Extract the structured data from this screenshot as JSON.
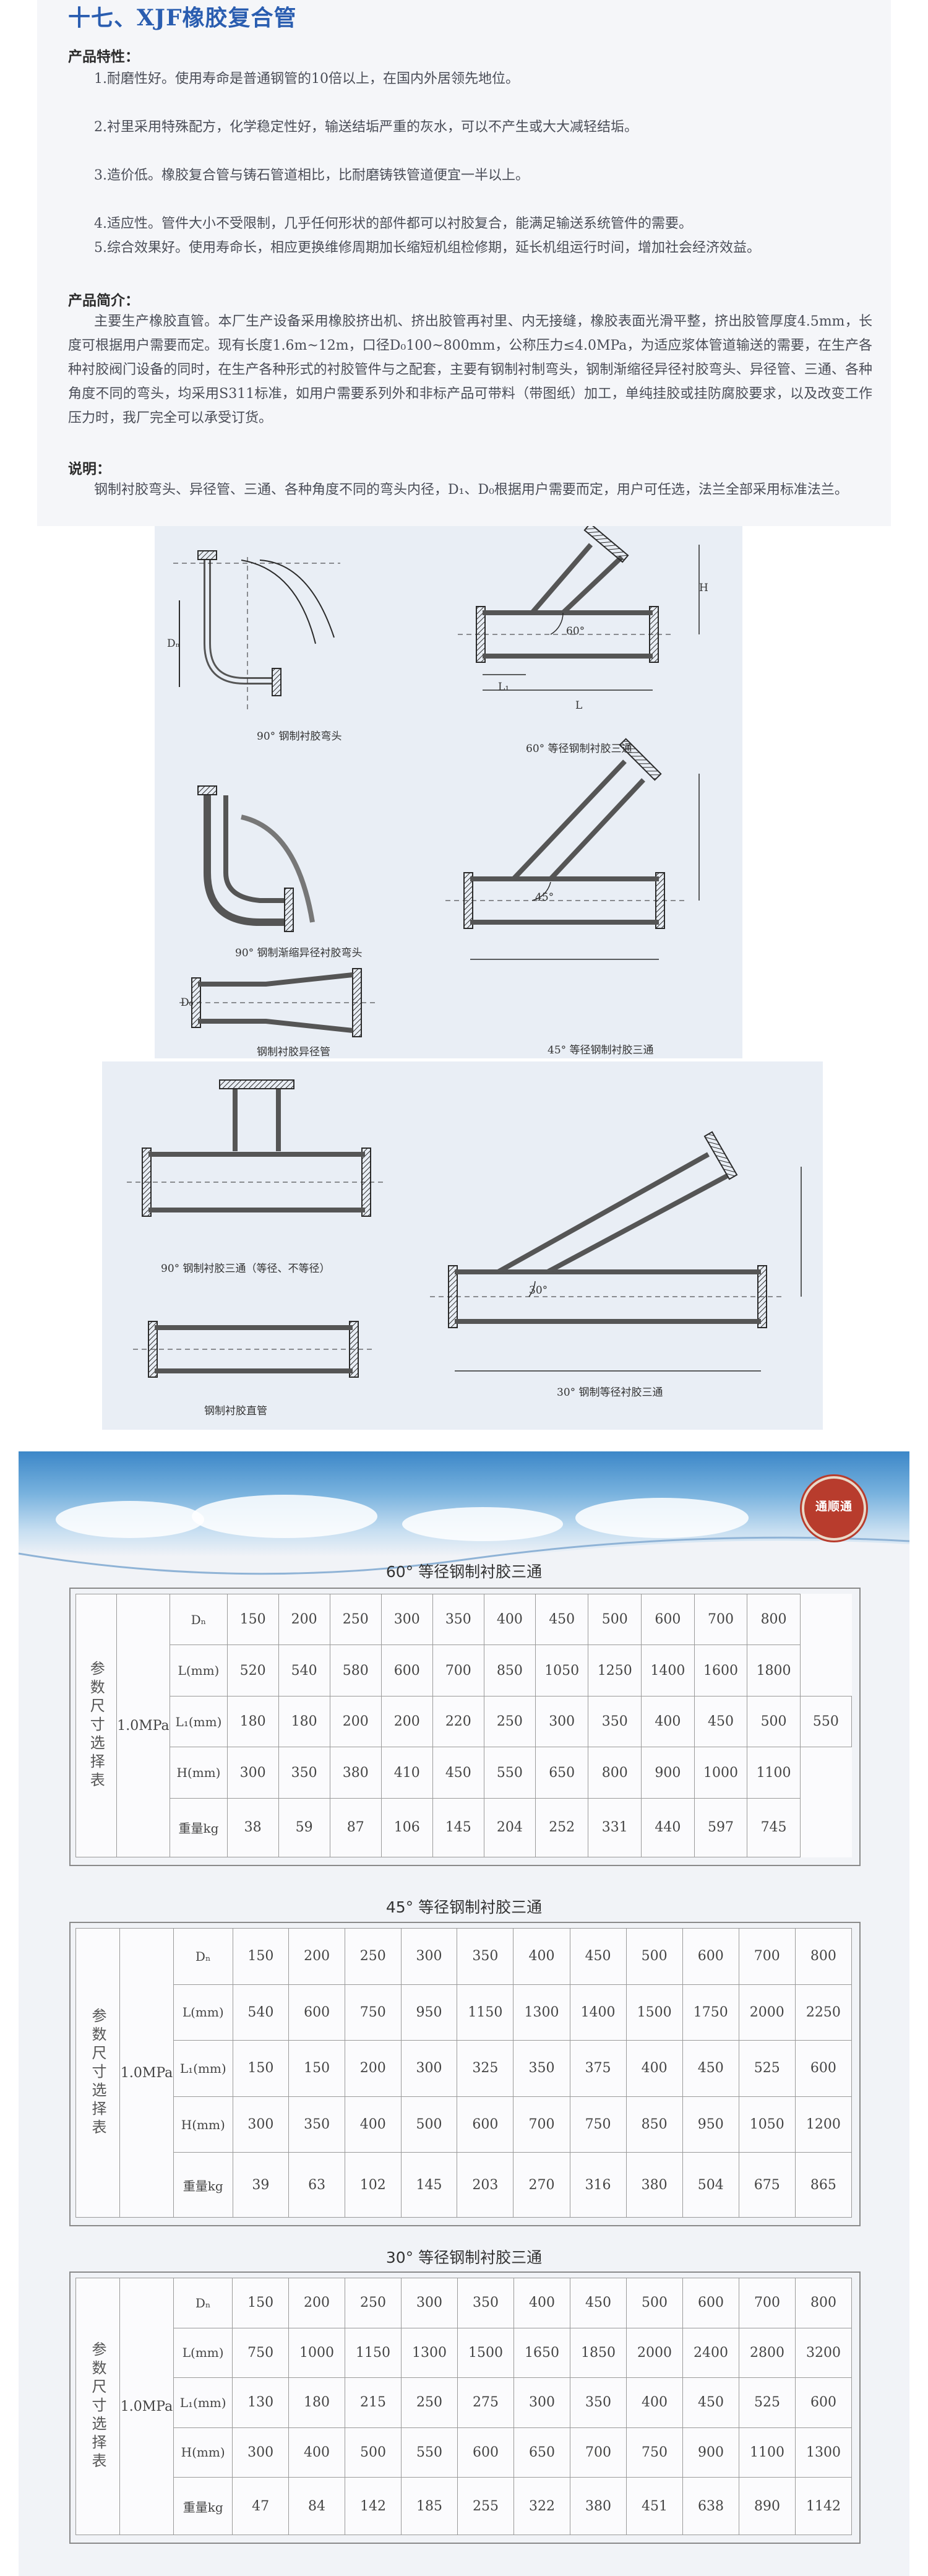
{
  "title": "十七、XJF橡胶复合管",
  "features": {
    "heading": "产品特性：",
    "items": [
      "1.耐磨性好。使用寿命是普通钢管的10倍以上，在国内外居领先地位。",
      "2.衬里采用特殊配方，化学稳定性好，输送结垢严重的灰水，可以不产生或大大减轻结垢。",
      "3.造价低。橡胶复合管与铸石管道相比，比耐磨铸铁管道便宜一半以上。",
      "4.适应性。管件大小不受限制，几乎任何形状的部件都可以衬胶复合，能满足输送系统管件的需要。",
      "5.综合效果好。使用寿命长，相应更换维修周期加长缩短机组检修期，延长机组运行时间，增加社会经济效益。"
    ]
  },
  "intro": {
    "heading": "产品简介：",
    "text": "主要生产橡胶直管。本厂生产设备采用橡胶挤出机、挤出胶管再衬里、内无接缝，橡胶表面光滑平整，挤出胶管厚度4.5mm，长度可根据用户需要而定。现有长度1.6m~12m，口径D₀100~800mm，公称压力≤4.0MPa，为适应浆体管道输送的需要，在生产各种衬胶阀门设备的同时，在生产各种形式的衬胶管件与之配套，主要有钢制衬制弯头，钢制渐缩径异径衬胶弯头、异径管、三通、各种角度不同的弯头，均采用S311标准，如用户需要系列外和非标产品可带料（带图纸）加工，单纯挂胶或挂防腐胶要求，以及改变工作压力时，我厂完全可以承受订货。"
  },
  "note": {
    "heading": "说明：",
    "text": "钢制衬胶弯头、异径管、三通、各种角度不同的弯头内径，D₁、D₀根据用户需要而定，用户可任选，法兰全部采用标准法兰。"
  },
  "diagrams": {
    "captions": {
      "elbow90": "90° 钢制衬胶弯头",
      "tee60": "60° 等径钢制衬胶三通",
      "reducer_elbow90": "90° 钢制渐缩异径衬胶弯头",
      "reducer": "钢制衬胶异径管",
      "tee45": "45° 等径钢制衬胶三通",
      "tee90": "90° 钢制衬胶三通（等径、不等径）",
      "straight": "钢制衬胶直管",
      "tee30": "30° 钢制等径衬胶三通"
    },
    "labels": {
      "dn": "Dₙ",
      "d0": "D₀",
      "l": "L",
      "l1": "L₁",
      "h": "H",
      "a60": "60°",
      "a45": "45°",
      "a30": "30°"
    }
  },
  "logo_text": "通顺通",
  "tables": [
    {
      "title": "60° 等径钢制衬胶三通",
      "side_label": "参数尺寸选择表",
      "pressure": "1.0MPa",
      "rows": [
        {
          "label": "Dₙ",
          "values": [
            "150",
            "200",
            "250",
            "300",
            "350",
            "400",
            "450",
            "500",
            "600",
            "700",
            "800"
          ]
        },
        {
          "label": "L(mm)",
          "values": [
            "520",
            "540",
            "580",
            "600",
            "700",
            "850",
            "1050",
            "1250",
            "1400",
            "1600",
            "1800"
          ]
        },
        {
          "label": "L₁(mm)",
          "values": [
            "180",
            "180",
            "200",
            "200",
            "220",
            "250",
            "300",
            "350",
            "400",
            "450",
            "500",
            "550"
          ]
        },
        {
          "label": "H(mm)",
          "values": [
            "300",
            "350",
            "380",
            "410",
            "450",
            "550",
            "650",
            "800",
            "900",
            "1000",
            "1100"
          ]
        },
        {
          "label": "重量kg",
          "values": [
            "38",
            "59",
            "87",
            "106",
            "145",
            "204",
            "252",
            "331",
            "440",
            "597",
            "745"
          ]
        }
      ]
    },
    {
      "title": "45° 等径钢制衬胶三通",
      "side_label": "参数尺寸选择表",
      "pressure": "1.0MPa",
      "rows": [
        {
          "label": "Dₙ",
          "values": [
            "150",
            "200",
            "250",
            "300",
            "350",
            "400",
            "450",
            "500",
            "600",
            "700",
            "800"
          ]
        },
        {
          "label": "L(mm)",
          "values": [
            "540",
            "600",
            "750",
            "950",
            "1150",
            "1300",
            "1400",
            "1500",
            "1750",
            "2000",
            "2250"
          ]
        },
        {
          "label": "L₁(mm)",
          "values": [
            "150",
            "150",
            "200",
            "300",
            "325",
            "350",
            "375",
            "400",
            "450",
            "525",
            "600"
          ]
        },
        {
          "label": "H(mm)",
          "values": [
            "300",
            "350",
            "400",
            "500",
            "600",
            "700",
            "750",
            "850",
            "950",
            "1050",
            "1200"
          ]
        },
        {
          "label": "重量kg",
          "values": [
            "39",
            "63",
            "102",
            "145",
            "203",
            "270",
            "316",
            "380",
            "504",
            "675",
            "865"
          ]
        }
      ]
    },
    {
      "title": "30° 等径钢制衬胶三通",
      "side_label": "参数尺寸选择表",
      "pressure": "1.0MPa",
      "rows": [
        {
          "label": "Dₙ",
          "values": [
            "150",
            "200",
            "250",
            "300",
            "350",
            "400",
            "450",
            "500",
            "600",
            "700",
            "800"
          ]
        },
        {
          "label": "L(mm)",
          "values": [
            "750",
            "1000",
            "1150",
            "1300",
            "1500",
            "1650",
            "1850",
            "2000",
            "2400",
            "2800",
            "3200"
          ]
        },
        {
          "label": "L₁(mm)",
          "values": [
            "130",
            "180",
            "215",
            "250",
            "275",
            "300",
            "350",
            "400",
            "450",
            "525",
            "600"
          ]
        },
        {
          "label": "H(mm)",
          "values": [
            "300",
            "400",
            "500",
            "550",
            "600",
            "650",
            "700",
            "750",
            "900",
            "1100",
            "1300"
          ]
        },
        {
          "label": "重量kg",
          "values": [
            "47",
            "84",
            "142",
            "185",
            "255",
            "322",
            "380",
            "451",
            "638",
            "890",
            "1142"
          ]
        }
      ]
    }
  ]
}
